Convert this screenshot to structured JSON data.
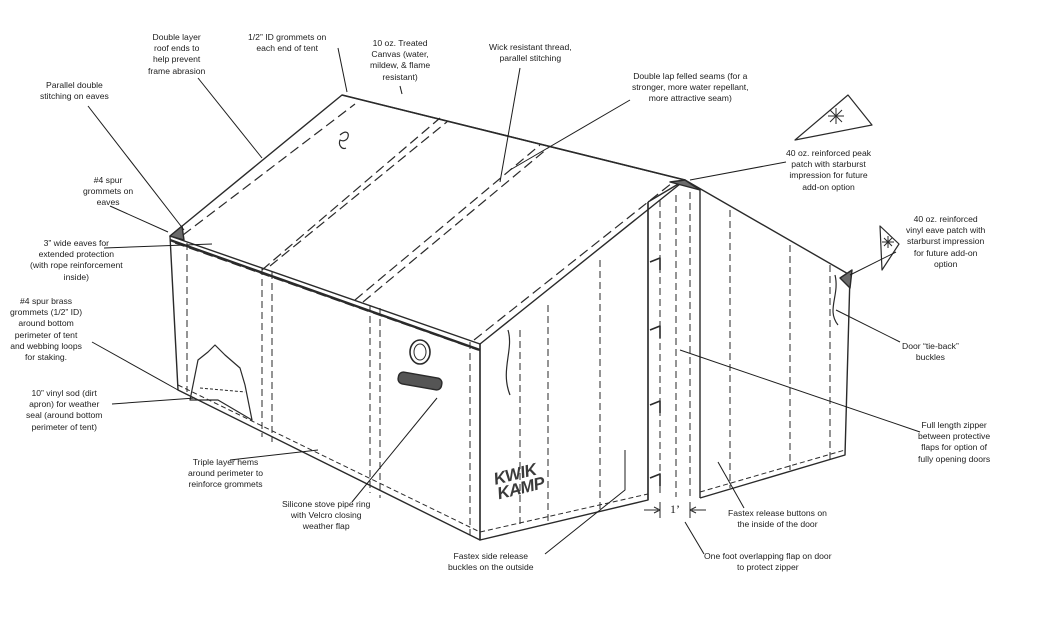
{
  "labels": {
    "roof_ends": "Double layer\nroof ends to\nhelp prevent\nframe abrasion",
    "id_grommets": "1/2” ID grommets on\neach end of tent",
    "canvas": "10 oz. Treated\nCanvas (water,\nmildew, & flame\nresistant)",
    "thread": "Wick resistant thread,\nparallel stitching",
    "felled_seams": "Double lap felled seams (for a\nstronger, more water repellant,\nmore attractive seam)",
    "parallel_stitching": "Parallel double\nstitching on eaves",
    "spur_grommets_eaves": "#4 spur\ngrommets on\neaves",
    "peak_patch": "40 oz. reinforced peak\npatch with starburst\nimpression for future\nadd-on option",
    "eave_patch": "40 oz. reinforced\nvinyl eave patch with\nstarburst impression\nfor future add-on\noption",
    "wide_eaves": "3” wide eaves for\nextended protection\n(with rope reinforcement\ninside)",
    "brass_grommets": "#4 spur brass\ngrommets (1/2” ID)\naround bottom\nperimeter of tent\nand webbing loops\nfor staking.",
    "tie_back": "Door “tie-back”\nbuckles",
    "vinyl_sod": "10” vinyl sod (dirt\napron) for weather\nseal (around bottom\nperimeter of tent)",
    "zipper": "Full length zipper\nbetween protective\nflaps for option of\nfully opening doors",
    "hems": "Triple layer hems\naround perimeter to\nreinforce grommets",
    "stove_ring": "Silicone stove pipe ring\nwith Velcro closing\nweather flap",
    "release_buttons": "Fastex release buttons on\nthe inside of the door",
    "side_buckles": "Fastex side release\nbuckles on the outside",
    "overlap_flap": "One foot overlapping flap on door\nto protect zipper"
  },
  "logo_text": [
    "KWIK",
    "KAMP"
  ],
  "dimension_label": "1’",
  "colors": {
    "ink": "#1d1d1d",
    "paper": "#ffffff",
    "patch": "#6a6a6a"
  }
}
